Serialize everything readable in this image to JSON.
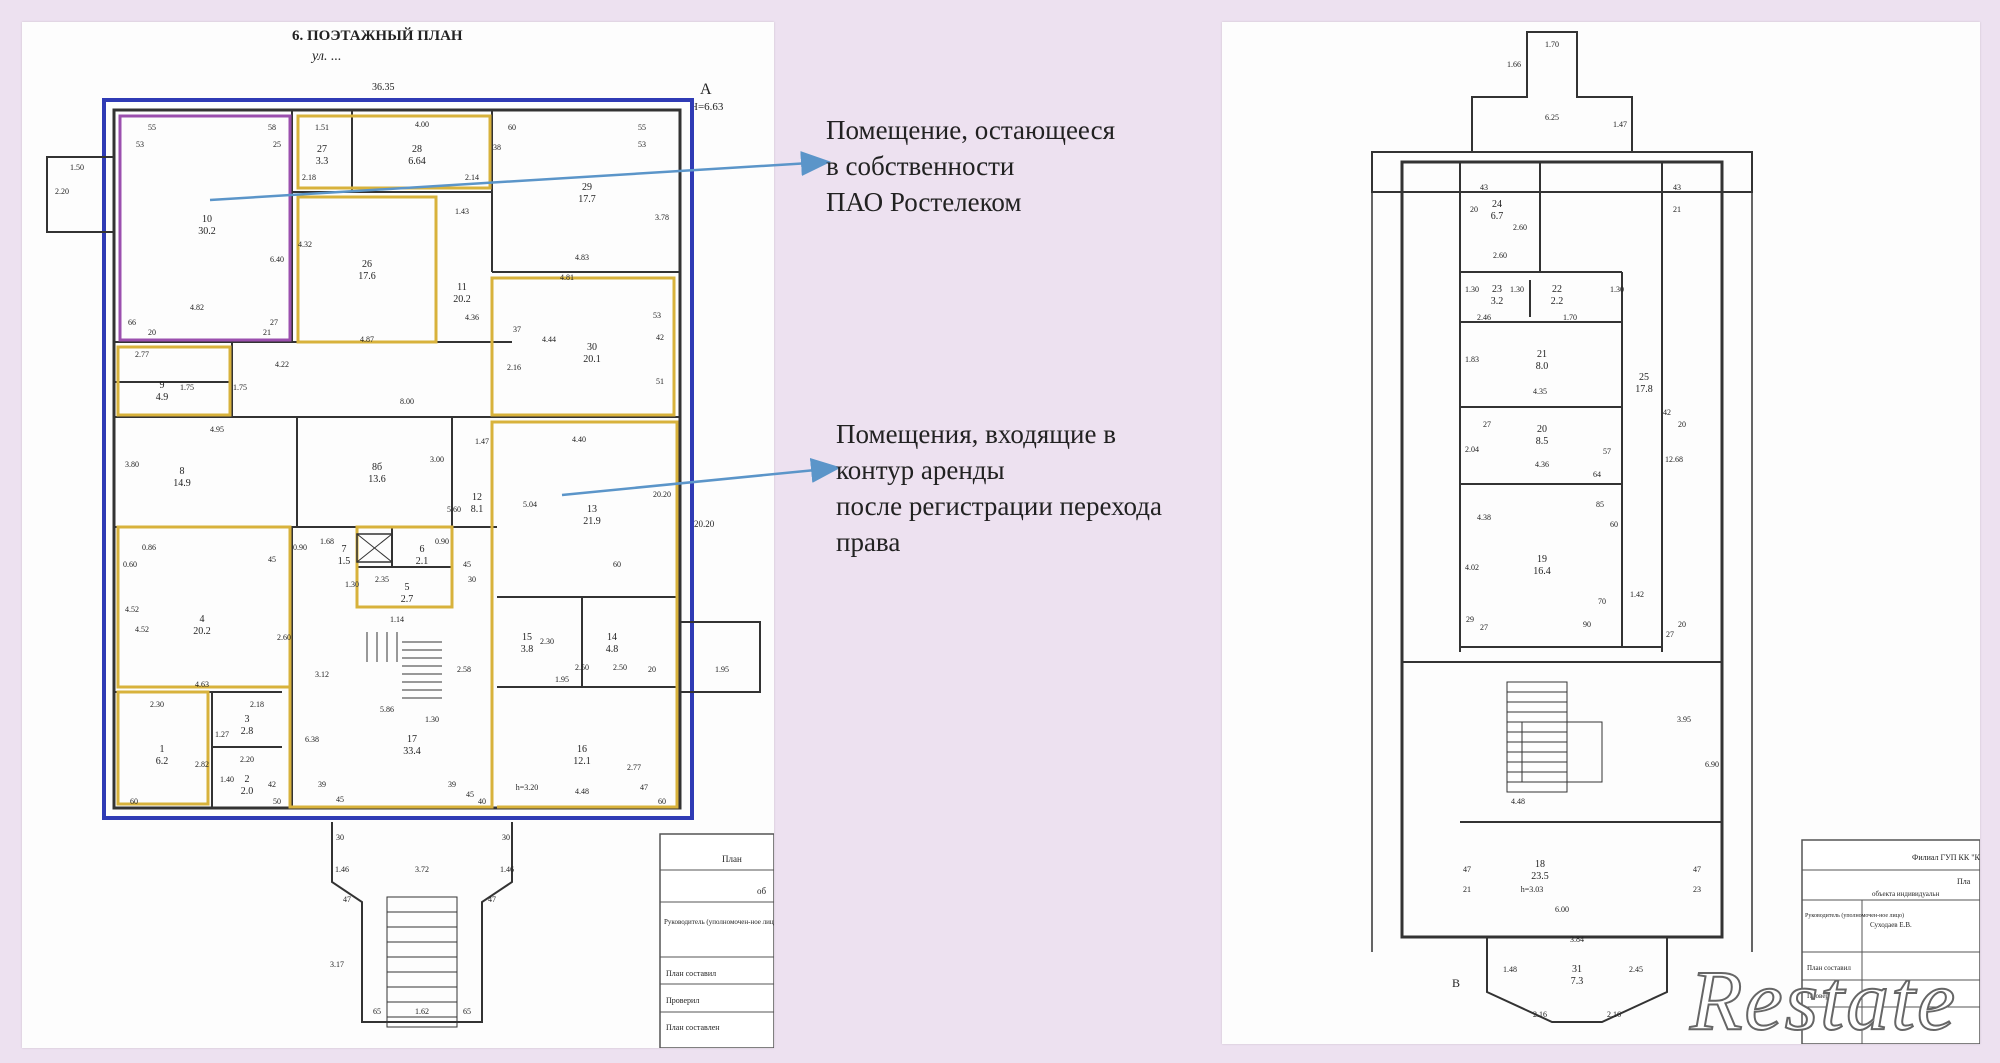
{
  "left_plan": {
    "title": "6. ПОЭТАЖНЫЙ ПЛАН",
    "address_scrawl": "ул. ...",
    "section_letter": "А",
    "height_label": "Н=6.63",
    "overall_width": "36.35",
    "overall_height": "20.20",
    "rooms": [
      {
        "num": "10",
        "area": "30.2"
      },
      {
        "num": "27",
        "area": "3.3"
      },
      {
        "num": "28",
        "area": "6.64"
      },
      {
        "num": "29",
        "area": "17.7"
      },
      {
        "num": "26",
        "area": "17.6"
      },
      {
        "num": "11",
        "area": "20.2"
      },
      {
        "num": "30",
        "area": "20.1"
      },
      {
        "num": "9",
        "area": "4.9"
      },
      {
        "num": "8",
        "area": "14.9"
      },
      {
        "num": "8б",
        "area": "13.6"
      },
      {
        "num": "12",
        "area": "8.1"
      },
      {
        "num": "13",
        "area": "21.9"
      },
      {
        "num": "7",
        "area": "1.5"
      },
      {
        "num": "6",
        "area": "2.1"
      },
      {
        "num": "5",
        "area": "2.7"
      },
      {
        "num": "4",
        "area": "20.2"
      },
      {
        "num": "15",
        "area": "3.8"
      },
      {
        "num": "14",
        "area": "4.8"
      },
      {
        "num": "1",
        "area": "6.2"
      },
      {
        "num": "3",
        "area": "2.8"
      },
      {
        "num": "2",
        "area": "2.0"
      },
      {
        "num": "17",
        "area": "33.4"
      },
      {
        "num": "16",
        "area": "12.1"
      }
    ],
    "dims": [
      "1.50",
      "2.20",
      "55",
      "58",
      "53",
      "25",
      "1.51",
      "4.00",
      "60",
      "55",
      "53",
      "2.18",
      "2.14",
      "38",
      "3.78",
      "6.40",
      "4.32",
      "1.43",
      "4.83",
      "4.81",
      "4.36",
      "53",
      "42",
      "51",
      "4.82",
      "66",
      "20",
      "27",
      "21",
      "4.87",
      "37",
      "2.16",
      "4.44",
      "2.77",
      "1.75",
      "1.75",
      "4.22",
      "8.00",
      "4.95",
      "1.47",
      "4.40",
      "3.80",
      "3.00",
      "5.60",
      "5.04",
      "20.20",
      "4.52",
      "0.86",
      "0.60",
      "45",
      "0.90",
      "1.68",
      "0.90",
      "30",
      "45",
      "60",
      "1.30",
      "2.35",
      "1.14",
      "4.52",
      "2.60",
      "3.12",
      "2.58",
      "1.30",
      "2.30",
      "1.95",
      "2.50",
      "2.50",
      "20",
      "1.95",
      "4.63",
      "6.38",
      "2.30",
      "2.18",
      "1.27",
      "5.86",
      "2.82",
      "2.20",
      "1.40",
      "42",
      "39",
      "45",
      "39",
      "45",
      "40",
      "50",
      "60",
      "60",
      "2.77",
      "47",
      "4.48",
      "h=3.20",
      "30",
      "30",
      "1.46",
      "3.72",
      "1.46",
      "47",
      "47",
      "3.17",
      "65",
      "1.62",
      "65"
    ],
    "stamp_rows": [
      "План",
      "об",
      "Руководитель (уполномочен-ное лицо)",
      "План составил",
      "Проверил",
      "План составлен"
    ]
  },
  "right_plan": {
    "overall_dims": [
      "1.70",
      "1.66",
      "6.25",
      "1.47"
    ],
    "rooms": [
      {
        "num": "24",
        "area": "6.7"
      },
      {
        "num": "23",
        "area": "3.2"
      },
      {
        "num": "22",
        "area": "2.2"
      },
      {
        "num": "21",
        "area": "8.0"
      },
      {
        "num": "25",
        "area": "17.8"
      },
      {
        "num": "20",
        "area": "8.5"
      },
      {
        "num": "19",
        "area": "16.4"
      },
      {
        "num": "18",
        "area": "23.5"
      },
      {
        "num": "31",
        "area": "7.3"
      }
    ],
    "dims": [
      "43",
      "43",
      "20",
      "21",
      "2.60",
      "2.60",
      "1.30",
      "1.30",
      "1.30",
      "2.46",
      "1.70",
      "1.83",
      "4.35",
      "42",
      "20",
      "27",
      "2.04",
      "4.36",
      "57",
      "64",
      "12.68",
      "85",
      "60",
      "4.38",
      "4.02",
      "1.42",
      "29",
      "27",
      "70",
      "90",
      "27",
      "20",
      "3.95",
      "6.90",
      "4.48",
      "47",
      "21",
      "47",
      "23",
      "h=3.03",
      "6.00",
      "3.84",
      "1.48",
      "2.45",
      "2.16",
      "2.16"
    ],
    "section_mark": "В",
    "stamp_rows": [
      "Филиал ГУП КК \"К",
      "Пла",
      "объекта индивидуальн",
      "Руководитель (уполномочен-ное лицо)",
      "Суходаев Е.В.",
      "План составил",
      "Проверил",
      "П"
    ]
  },
  "annotations": {
    "owned": "Помещение, остающееся\nв собственности\nПАО Ростелеком",
    "lease": "Помещения, входящие в\nконтур аренды\nпосле регистрации перехода\n права"
  },
  "watermark": "Restate",
  "colors": {
    "background": "#ede1f0",
    "owned_outline": "#9b4fae",
    "lease_outline": "#d8b23c",
    "outer_outline": "#2f3bb5",
    "arrow": "#5b95c9"
  }
}
